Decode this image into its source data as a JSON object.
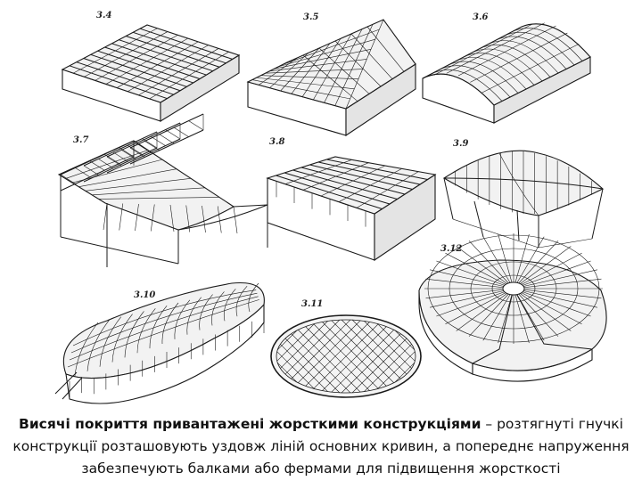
{
  "figures": [
    {
      "id": "3.4"
    },
    {
      "id": "3.5"
    },
    {
      "id": "3.6"
    },
    {
      "id": "3.7"
    },
    {
      "id": "3.8"
    },
    {
      "id": "3.9"
    },
    {
      "id": "3.10"
    },
    {
      "id": "3.11"
    },
    {
      "id": "3.12"
    }
  ],
  "caption": {
    "bold": "Висячі покриття привантажені жорсткими конструкціями",
    "rest": " – розтягнуті гнучкі конструкції розташовують уздовж ліній основних кривин, а попереднє напруження забезпечують балками або фермами для підвищення жорсткості"
  }
}
